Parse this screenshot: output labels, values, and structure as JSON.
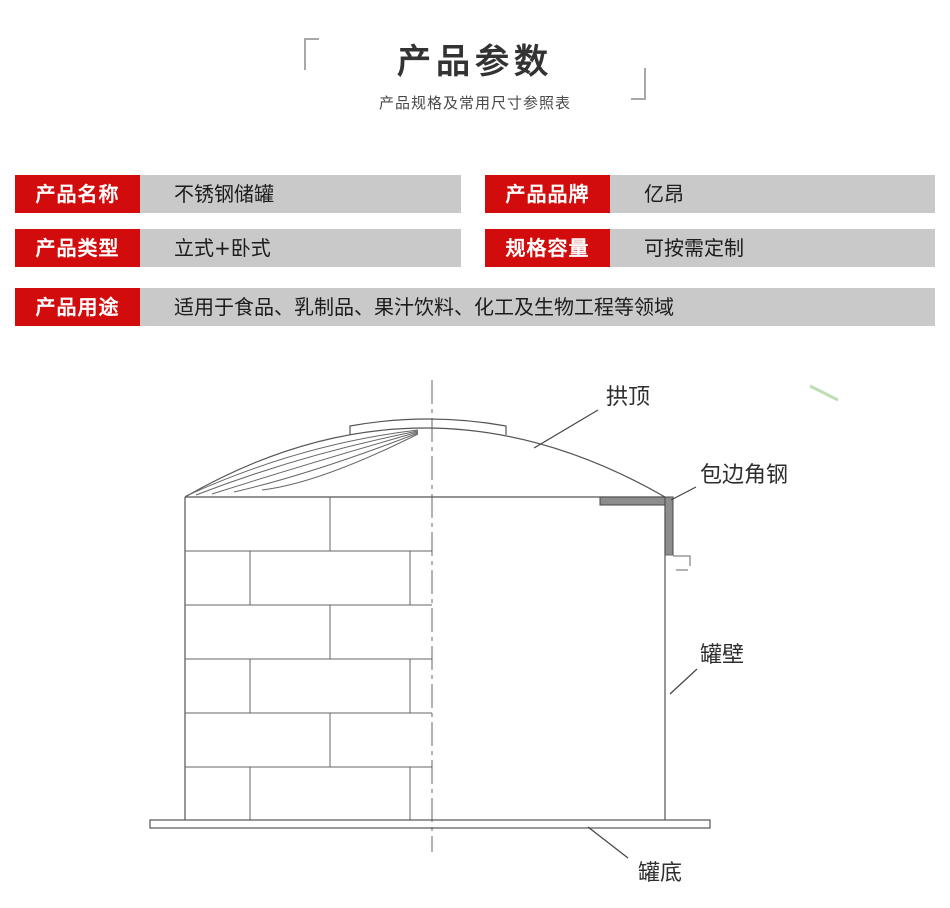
{
  "header": {
    "title": "产品参数",
    "subtitle": "产品规格及常用尺寸参照表"
  },
  "table": {
    "rows": [
      {
        "cells": [
          {
            "label": "产品名称",
            "value": "不锈钢储罐"
          },
          {
            "label": "产品品牌",
            "value": "亿昂"
          }
        ]
      },
      {
        "cells": [
          {
            "label": "产品类型",
            "value": "立式+卧式"
          },
          {
            "label": "规格容量",
            "value": "可按需定制"
          }
        ]
      }
    ],
    "usage_row": {
      "label": "产品用途",
      "value": "适用于食品、乳制品、果汁饮料、化工及生物工程等领域"
    }
  },
  "diagram": {
    "labels": {
      "dome": "拱顶",
      "edge_angle": "包边角钢",
      "wall": "罐壁",
      "bottom": "罐底"
    }
  },
  "colors": {
    "label_bg": "#d20c0c",
    "label_text": "#ffffff",
    "value_bg": "#c9c9c9",
    "drawing_line": "#555555",
    "watermark_green": "#b9dcab"
  }
}
